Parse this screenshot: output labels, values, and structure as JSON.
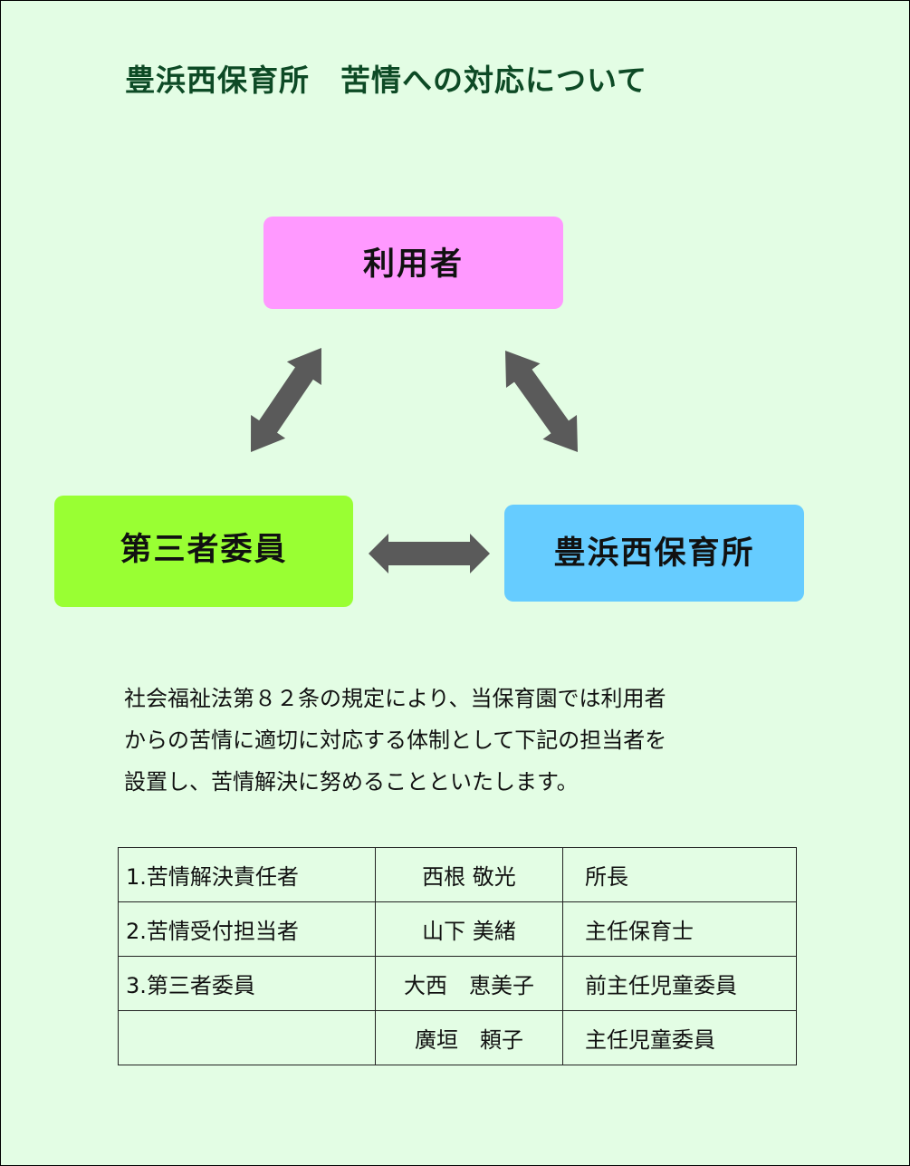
{
  "title": "豊浜西保育所　苦情への対応について",
  "diagram": {
    "nodes": {
      "user": {
        "label": "利用者",
        "color": "#ff99ff"
      },
      "third_party": {
        "label": "第三者委員",
        "color": "#99ff33"
      },
      "school": {
        "label": "豊浜西保育所",
        "color": "#66ccff"
      }
    },
    "arrow_color": "#5a5a5a",
    "connections": [
      {
        "from": "user",
        "to": "third_party",
        "type": "bidirectional"
      },
      {
        "from": "user",
        "to": "school",
        "type": "bidirectional"
      },
      {
        "from": "third_party",
        "to": "school",
        "type": "bidirectional"
      }
    ]
  },
  "description": {
    "lines": [
      "社会福祉法第８２条の規定により、当保育園では利用者",
      "からの苦情に適切に対応する体制として下記の担当者を",
      "設置し、苦情解決に努めることといたします。"
    ]
  },
  "staff_table": {
    "rows": [
      {
        "role": "1.苦情解決責任者",
        "name": "西根 敬光",
        "title": "所長"
      },
      {
        "role": "2.苦情受付担当者",
        "name": "山下 美緒",
        "title": "主任保育士"
      },
      {
        "role": "3.第三者委員",
        "name": "大西　恵美子",
        "title": "前主任児童委員"
      },
      {
        "role": "",
        "name": "廣垣　頼子",
        "title": "主任児童委員"
      }
    ]
  },
  "colors": {
    "background": "#e3fde4",
    "title_text": "#0d4a25"
  }
}
